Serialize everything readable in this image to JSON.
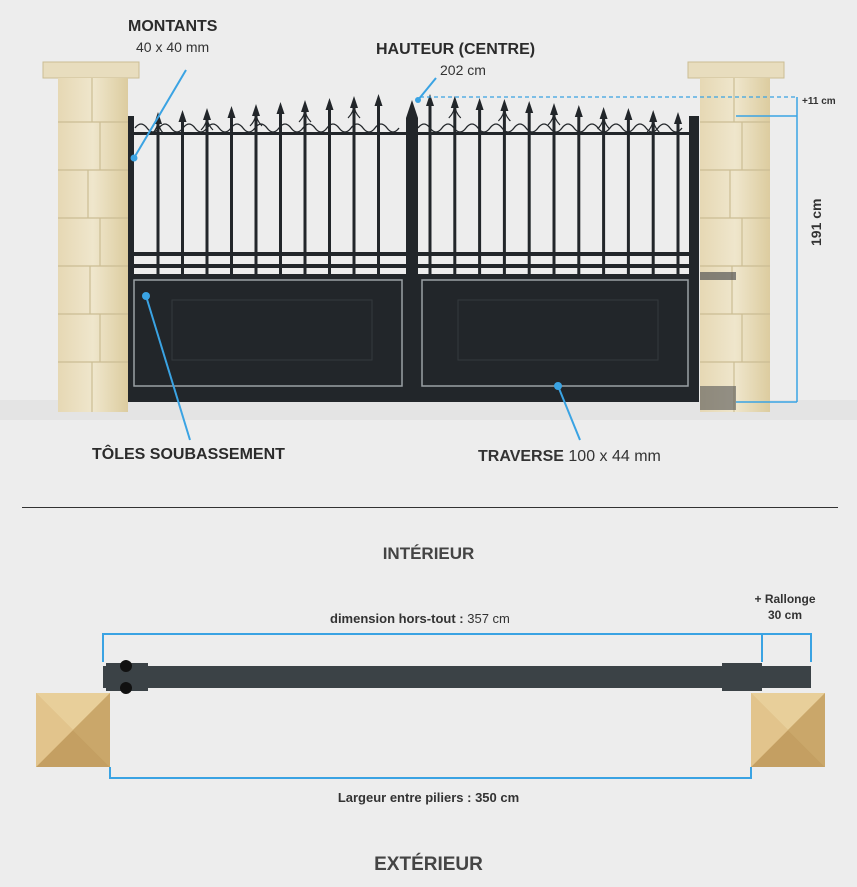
{
  "callouts": {
    "montants": {
      "title": "MONTANTS",
      "value": "40 x 40 mm"
    },
    "hauteur": {
      "title": "HAUTEUR (CENTRE)",
      "value": "202 cm"
    },
    "extra_height": "+11 cm",
    "side_height": "191 cm",
    "toles": {
      "title": "TÔLES SOUBASSEMENT"
    },
    "traverse": {
      "title": "TRAVERSE",
      "value": "100 x 44 mm"
    }
  },
  "plan": {
    "interior_label": "INTÉRIEUR",
    "exterior_label": "EXTÉRIEUR",
    "overall": {
      "label": "dimension hors-tout :",
      "value": "357 cm"
    },
    "extension": {
      "label": "+ Rallonge",
      "value": "30 cm"
    },
    "between_pillars": "Largeur entre piliers : 350 cm"
  },
  "colors": {
    "gate": "#22262a",
    "accent": "#3aa3e3",
    "stone_light": "#ece2c4",
    "stone_dark": "#d9caa2",
    "pillar_top": "#d9b97f",
    "text": "#333333"
  }
}
